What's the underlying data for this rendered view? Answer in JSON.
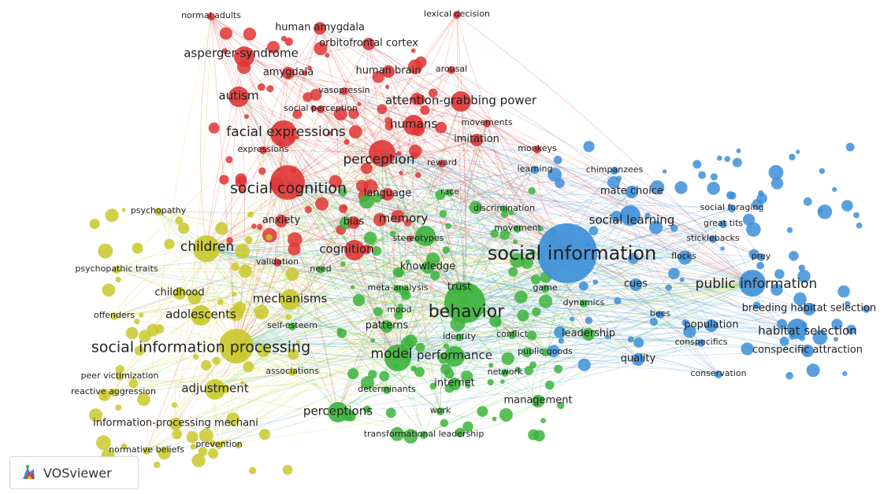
{
  "app": {
    "logo_text": "VOSviewer"
  },
  "colors": {
    "red": "#e03535",
    "green": "#3cb43c",
    "blue": "#3d8fd8",
    "yellow": "#c9c82a"
  },
  "network": {
    "nodes": [
      {
        "id": "normal-adults",
        "label": "normal adults",
        "cluster": "red",
        "weight": 1
      },
      {
        "id": "human-amygdala",
        "label": "human amygdala",
        "cluster": "red",
        "weight": 2
      },
      {
        "id": "orbitofrontal-cortex",
        "label": "orbitofrontal cortex",
        "cluster": "red",
        "weight": 2
      },
      {
        "id": "lexical-decision",
        "label": "lexical decision",
        "cluster": "red",
        "weight": 1
      },
      {
        "id": "asperger-syndrome",
        "label": "asperger-syndrome",
        "cluster": "red",
        "weight": 3
      },
      {
        "id": "amygdala",
        "label": "amygdala",
        "cluster": "red",
        "weight": 2
      },
      {
        "id": "human-brain",
        "label": "human brain",
        "cluster": "red",
        "weight": 2
      },
      {
        "id": "arousal",
        "label": "arousal",
        "cluster": "red",
        "weight": 1
      },
      {
        "id": "vasopressin",
        "label": "vasopressin",
        "cluster": "red",
        "weight": 1
      },
      {
        "id": "autism",
        "label": "autism",
        "cluster": "red",
        "weight": 3
      },
      {
        "id": "attention-grabbing-power",
        "label": "attention-grabbing power",
        "cluster": "red",
        "weight": 3
      },
      {
        "id": "social-perception",
        "label": "social perception",
        "cluster": "red",
        "weight": 1
      },
      {
        "id": "movements",
        "label": "movements",
        "cluster": "red",
        "weight": 1
      },
      {
        "id": "humans",
        "label": "humans",
        "cluster": "red",
        "weight": 3
      },
      {
        "id": "facial-expressions",
        "label": "facial expressions",
        "cluster": "red",
        "weight": 4
      },
      {
        "id": "imitation",
        "label": "imitation",
        "cluster": "red",
        "weight": 2
      },
      {
        "id": "monkeys",
        "label": "monkeys",
        "cluster": "red",
        "weight": 1
      },
      {
        "id": "expressions",
        "label": "expressions",
        "cluster": "red",
        "weight": 1
      },
      {
        "id": "perception",
        "label": "perception",
        "cluster": "red",
        "weight": 4
      },
      {
        "id": "reward",
        "label": "reward",
        "cluster": "red",
        "weight": 1
      },
      {
        "id": "learning",
        "label": "learning",
        "cluster": "blue",
        "weight": 1
      },
      {
        "id": "social-cognition",
        "label": "social cognition",
        "cluster": "red",
        "weight": 5
      },
      {
        "id": "language",
        "label": "language",
        "cluster": "red",
        "weight": 2
      },
      {
        "id": "race",
        "label": "race",
        "cluster": "green",
        "weight": 1
      },
      {
        "id": "anxiety",
        "label": "anxiety",
        "cluster": "red",
        "weight": 2
      },
      {
        "id": "bias",
        "label": "bias",
        "cluster": "red",
        "weight": 2
      },
      {
        "id": "memory",
        "label": "memory",
        "cluster": "green",
        "weight": 3
      },
      {
        "id": "discrimination",
        "label": "discrimination",
        "cluster": "green",
        "weight": 1
      },
      {
        "id": "movement",
        "label": "movement",
        "cluster": "green",
        "weight": 1
      },
      {
        "id": "stereotypes",
        "label": "stereotypes",
        "cluster": "green",
        "weight": 1
      },
      {
        "id": "cognition",
        "label": "cognition",
        "cluster": "red",
        "weight": 3
      },
      {
        "id": "validation",
        "label": "validation",
        "cluster": "red",
        "weight": 1
      },
      {
        "id": "need",
        "label": "need",
        "cluster": "green",
        "weight": 1
      },
      {
        "id": "knowledge",
        "label": "knowledge",
        "cluster": "green",
        "weight": 2
      },
      {
        "id": "meta-analysis",
        "label": "meta-analysis",
        "cluster": "green",
        "weight": 1
      },
      {
        "id": "trust",
        "label": "trust",
        "cluster": "green",
        "weight": 2
      },
      {
        "id": "game",
        "label": "game",
        "cluster": "green",
        "weight": 1
      },
      {
        "id": "dynamics",
        "label": "dynamics",
        "cluster": "green",
        "weight": 1
      },
      {
        "id": "mood",
        "label": "mood",
        "cluster": "green",
        "weight": 1
      },
      {
        "id": "behavior",
        "label": "behavior",
        "cluster": "green",
        "weight": 6
      },
      {
        "id": "patterns",
        "label": "patterns",
        "cluster": "green",
        "weight": 2
      },
      {
        "id": "self-esteem",
        "label": "self-esteem",
        "cluster": "green",
        "weight": 1
      },
      {
        "id": "identity",
        "label": "identity",
        "cluster": "green",
        "weight": 1
      },
      {
        "id": "conflict",
        "label": "conflict",
        "cluster": "green",
        "weight": 1
      },
      {
        "id": "leadership",
        "label": "leadership",
        "cluster": "green",
        "weight": 2
      },
      {
        "id": "model",
        "label": "model",
        "cluster": "green",
        "weight": 4
      },
      {
        "id": "performance",
        "label": "performance",
        "cluster": "green",
        "weight": 3
      },
      {
        "id": "public-goods",
        "label": "public goods",
        "cluster": "green",
        "weight": 1
      },
      {
        "id": "network",
        "label": "network",
        "cluster": "green",
        "weight": 1
      },
      {
        "id": "internet",
        "label": "internet",
        "cluster": "green",
        "weight": 2
      },
      {
        "id": "determinants",
        "label": "determinants",
        "cluster": "green",
        "weight": 1
      },
      {
        "id": "management",
        "label": "management",
        "cluster": "green",
        "weight": 2
      },
      {
        "id": "perceptions",
        "label": "perceptions",
        "cluster": "green",
        "weight": 3
      },
      {
        "id": "work",
        "label": "work",
        "cluster": "green",
        "weight": 1
      },
      {
        "id": "transformational-leadership",
        "label": "transformational leadership",
        "cluster": "green",
        "weight": 1
      },
      {
        "id": "associations",
        "label": "associations",
        "cluster": "yellow",
        "weight": 1
      },
      {
        "id": "psychopathy",
        "label": "psychopathy",
        "cluster": "yellow",
        "weight": 1
      },
      {
        "id": "children",
        "label": "children",
        "cluster": "yellow",
        "weight": 4
      },
      {
        "id": "psychopathic-traits",
        "label": "psychopathic traits",
        "cluster": "yellow",
        "weight": 1
      },
      {
        "id": "childhood",
        "label": "childhood",
        "cluster": "yellow",
        "weight": 2
      },
      {
        "id": "mechanisms",
        "label": "mechanisms",
        "cluster": "yellow",
        "weight": 3
      },
      {
        "id": "offenders",
        "label": "offenders",
        "cluster": "yellow",
        "weight": 1
      },
      {
        "id": "adolescents",
        "label": "adolescents",
        "cluster": "yellow",
        "weight": 3
      },
      {
        "id": "social-information-processing",
        "label": "social information processing",
        "cluster": "yellow",
        "weight": 5
      },
      {
        "id": "peer-victimization",
        "label": "peer victimization",
        "cluster": "yellow",
        "weight": 1
      },
      {
        "id": "reactive-aggression",
        "label": "reactive aggression",
        "cluster": "yellow",
        "weight": 1
      },
      {
        "id": "adjustment",
        "label": "adjustment",
        "cluster": "yellow",
        "weight": 3
      },
      {
        "id": "information-processing-mechani",
        "label": "information-processing mechani",
        "cluster": "yellow",
        "weight": 2
      },
      {
        "id": "normative-beliefs",
        "label": "normative beliefs",
        "cluster": "yellow",
        "weight": 1
      },
      {
        "id": "prevention",
        "label": "prevention",
        "cluster": "yellow",
        "weight": 1
      },
      {
        "id": "chimpanzees",
        "label": "chimpanzees",
        "cluster": "blue",
        "weight": 1
      },
      {
        "id": "mate-choice",
        "label": "mate choice",
        "cluster": "blue",
        "weight": 2
      },
      {
        "id": "social-foraging",
        "label": "social foraging",
        "cluster": "blue",
        "weight": 1
      },
      {
        "id": "great-tits",
        "label": "great tits",
        "cluster": "blue",
        "weight": 1
      },
      {
        "id": "social-learning",
        "label": "social learning",
        "cluster": "blue",
        "weight": 3
      },
      {
        "id": "sticklebacks",
        "label": "sticklebacks",
        "cluster": "blue",
        "weight": 1
      },
      {
        "id": "social-information",
        "label": "social information",
        "cluster": "blue",
        "weight": 7
      },
      {
        "id": "flocks",
        "label": "flocks",
        "cluster": "blue",
        "weight": 1
      },
      {
        "id": "prey",
        "label": "prey",
        "cluster": "blue",
        "weight": 1
      },
      {
        "id": "cues",
        "label": "cues",
        "cluster": "blue",
        "weight": 2
      },
      {
        "id": "public-information",
        "label": "public information",
        "cluster": "blue",
        "weight": 4
      },
      {
        "id": "breeding-habitat-selection",
        "label": "breeding habitat selection",
        "cluster": "blue",
        "weight": 2
      },
      {
        "id": "bees",
        "label": "bees",
        "cluster": "blue",
        "weight": 1
      },
      {
        "id": "population",
        "label": "population",
        "cluster": "blue",
        "weight": 2
      },
      {
        "id": "habitat-selection",
        "label": "habitat selection",
        "cluster": "blue",
        "weight": 3
      },
      {
        "id": "conspecifics",
        "label": "conspecifics",
        "cluster": "blue",
        "weight": 1
      },
      {
        "id": "conspecific-attraction",
        "label": "conspecific attraction",
        "cluster": "blue",
        "weight": 2
      },
      {
        "id": "quality",
        "label": "quality",
        "cluster": "blue",
        "weight": 2
      },
      {
        "id": "conservation",
        "label": "conservation",
        "cluster": "blue",
        "weight": 1
      }
    ]
  }
}
